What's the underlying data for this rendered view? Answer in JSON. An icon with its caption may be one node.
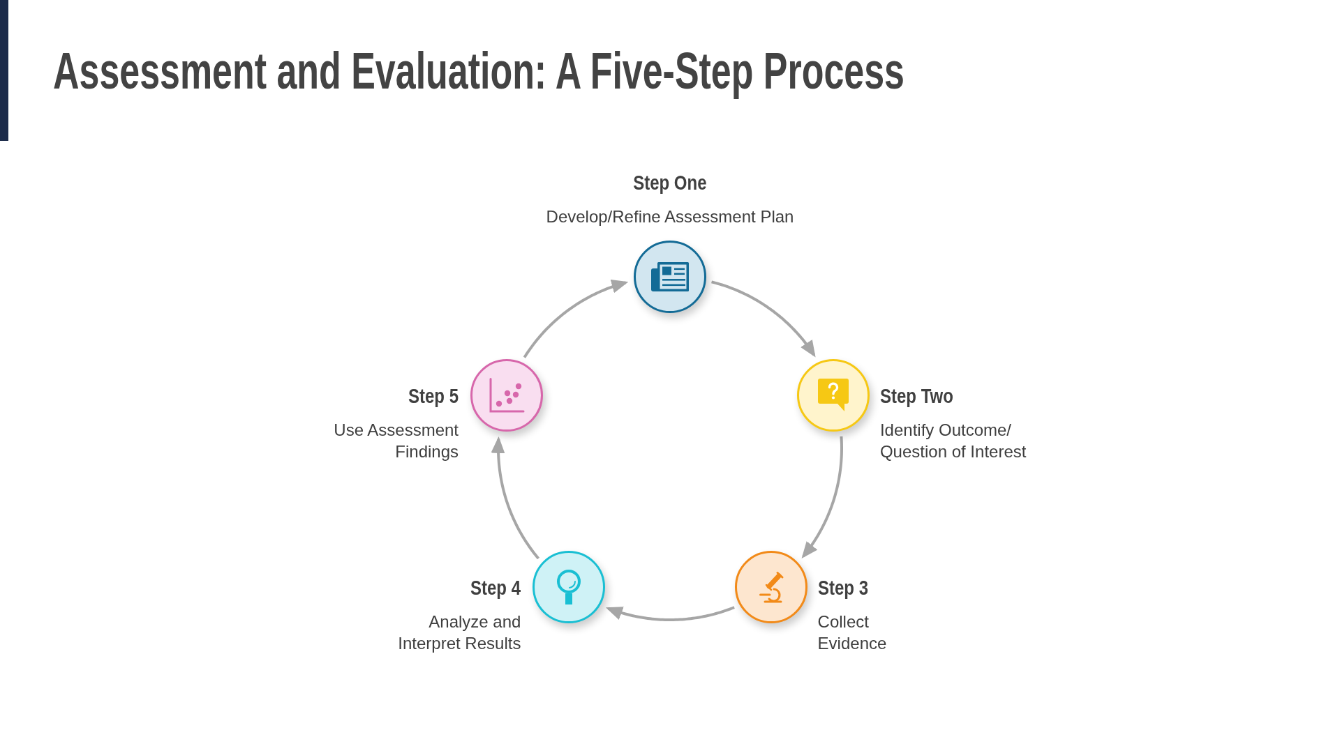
{
  "diagram": {
    "title": "Assessment and Evaluation: A Five-Step Process",
    "nodes": [
      {
        "text": [
          "Step One",
          "Develop/Refine Assessment Plan"
        ]
      },
      {
        "text": [
          "Step Two",
          "Identify Outcome/ Question of Interest"
        ]
      },
      {
        "text": [
          "Step 3",
          "Collect Evidence"
        ]
      },
      {
        "text": [
          "Step 4",
          "Analyze and Interpret Results"
        ]
      },
      {
        "text": [
          "Step 5",
          "Use Assessment Findings"
        ]
      }
    ],
    "edges": [
      {
        "from": 0,
        "to": 1,
        "arrow": "to"
      },
      {
        "from": 1,
        "to": 2,
        "arrow": "to"
      },
      {
        "from": 2,
        "to": 3,
        "arrow": "to"
      },
      {
        "from": 3,
        "to": 4,
        "arrow": "to"
      },
      {
        "from": 4,
        "to": 0,
        "arrow": "to"
      }
    ]
  }
}
